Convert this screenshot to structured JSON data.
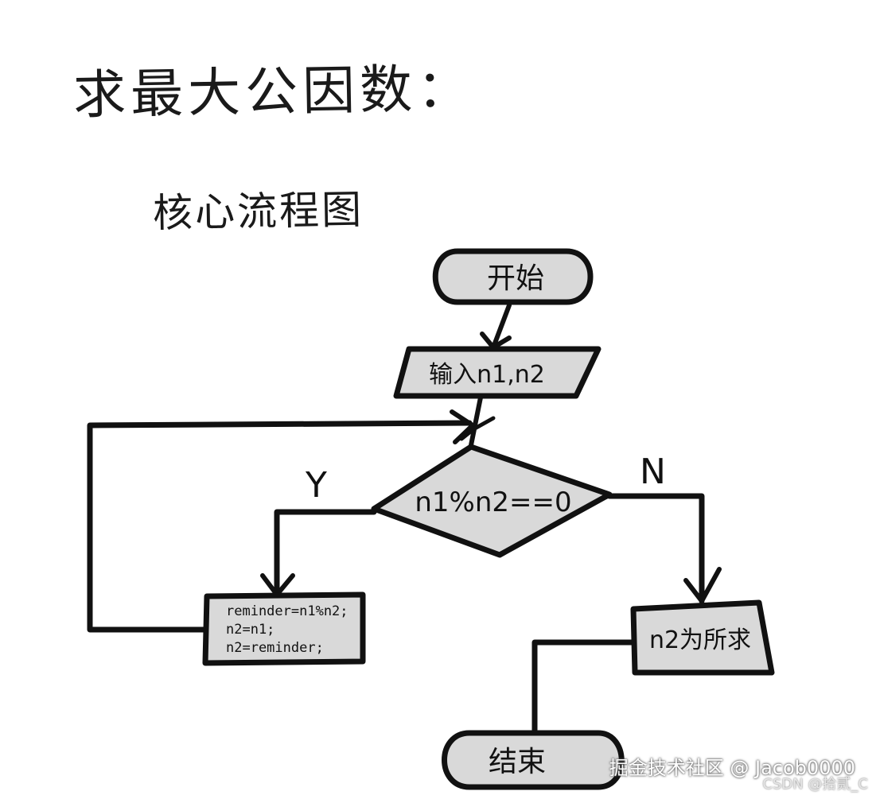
{
  "title": "求最大公因数：",
  "subtitle": "核心流程图",
  "nodes": {
    "start": "开始",
    "input": "输入n1,n2",
    "condition": "n1%n2==0",
    "loop_body": [
      "reminder=n1%n2;",
      "n2=n1;",
      "n2=reminder;"
    ],
    "output": "n2为所求",
    "end": "结束"
  },
  "edge_labels": {
    "yes": "Y",
    "no": "N"
  },
  "watermarks": {
    "main": "掘金技术社区 @ Jacob0000",
    "csdn": "CSDN @拾贰_C"
  },
  "colors": {
    "node_fill": "#d9d9d9",
    "stroke": "#111111"
  }
}
